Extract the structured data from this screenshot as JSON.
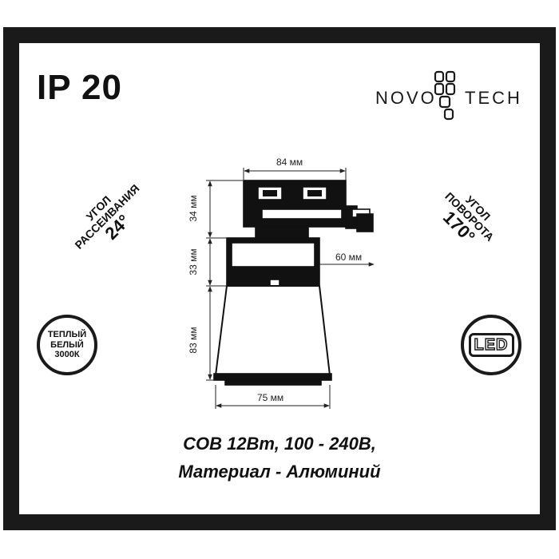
{
  "header": {
    "ip_rating": "IP 20"
  },
  "brand": {
    "part1": "NOVO",
    "part2": "TECH",
    "logo_icon": "novotech-logo-icon"
  },
  "dimensions": {
    "width_top": "84 мм",
    "height_adapter": "34 мм",
    "height_middle": "33 мм",
    "width_middle": "60 мм",
    "height_shade": "83 мм",
    "width_bottom": "75 мм"
  },
  "badges": {
    "beam_angle": {
      "line1": "УГОЛ",
      "line2": "РАССЕИВАНИЯ",
      "value": "24°"
    },
    "rotation_angle": {
      "line1": "УГОЛ",
      "line2": "ПОВОРОТА",
      "value": "170°"
    },
    "color_temp": {
      "line1": "ТЕПЛЫЙ",
      "line2": "БЕЛЫЙ",
      "line3": "3000К"
    },
    "led": "LED"
  },
  "specs": {
    "line1": "СОВ 12Вт, 100 - 240В,",
    "line2": "Материал - Алюминий"
  },
  "colors": {
    "frame": "#1a1a1a",
    "lamp_black": "#111111",
    "lamp_white": "#ffffff"
  }
}
